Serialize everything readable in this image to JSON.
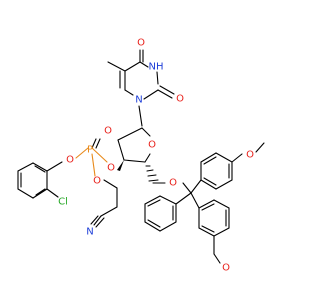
{
  "molecule": {
    "atoms": {
      "o_c4": "O",
      "nh_3": "NH",
      "o_c2": "O",
      "n_1": "N",
      "o_ring": "O",
      "o_p_eq": "O",
      "p": "P",
      "o_p3": "O",
      "o_aryl": "O",
      "o_ce": "O",
      "cl": "Cl",
      "n_nitrile": "N",
      "o_dmt": "O",
      "o_me_top": "O",
      "o_me_bot": "O"
    },
    "colors": {
      "carbon_bonds": "#000000",
      "oxygen": "#e8221c",
      "nitrogen": "#1f3fd8",
      "phosphorus": "#e88a1b",
      "chlorine": "#26a826",
      "background": "#ffffff"
    }
  }
}
